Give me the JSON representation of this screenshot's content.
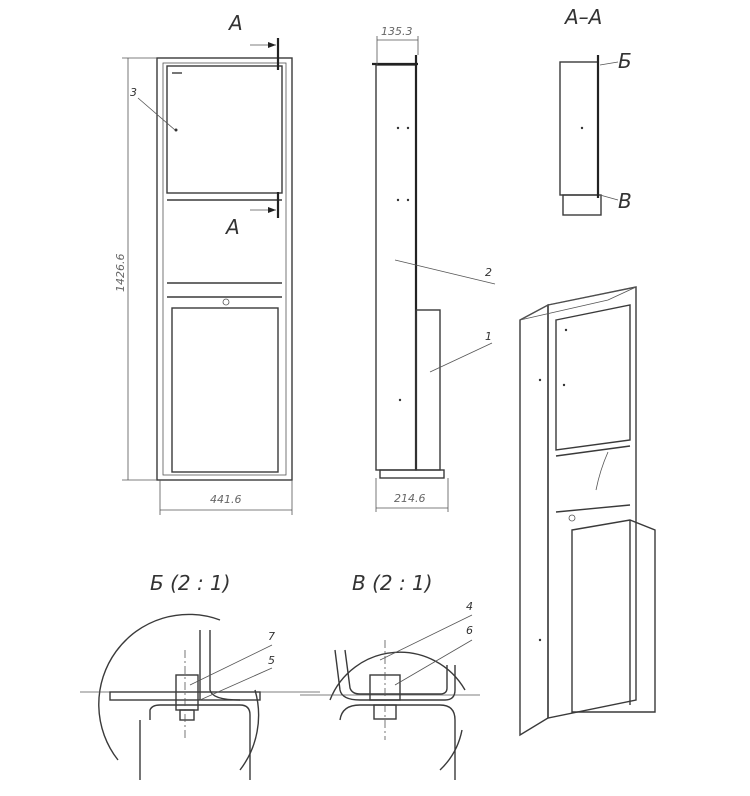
{
  "front_view": {
    "section_mark_top": "A",
    "section_mark_bottom": "A",
    "callout_3": "3",
    "height_dimension": "1426.6",
    "width_dimension": "441.6"
  },
  "side_view": {
    "depth_dimension_top": "135.3",
    "depth_dimension_bottom": "214.6",
    "callout_2": "2",
    "callout_1": "1"
  },
  "section_view": {
    "title": "A–A",
    "detail_mark_b": "Б",
    "detail_mark_v": "В"
  },
  "details": {
    "detail_b_title": "Б (2 : 1)",
    "detail_v_title": "В (2 : 1)",
    "callout_7": "7",
    "callout_5": "5",
    "callout_4": "4",
    "callout_6": "6"
  }
}
